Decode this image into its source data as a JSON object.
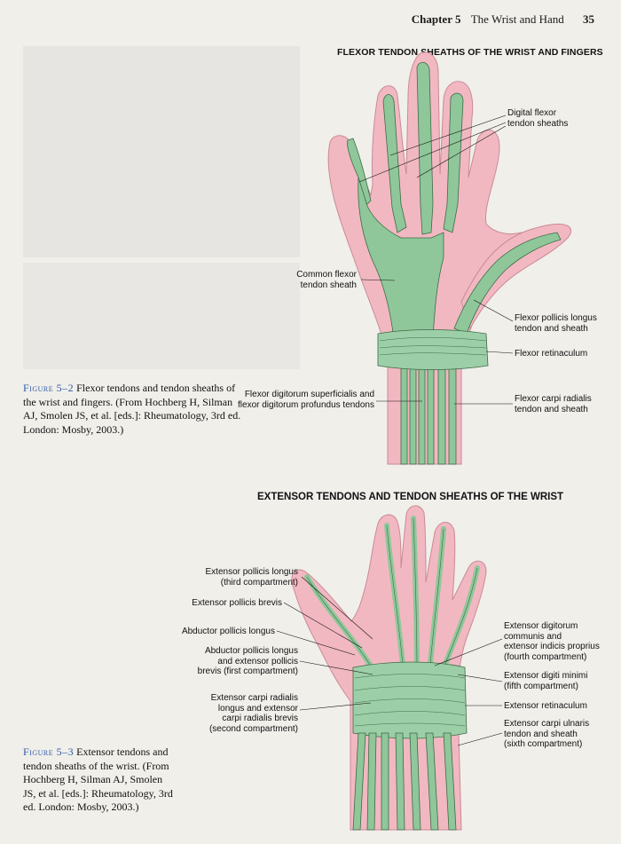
{
  "header": {
    "chapter": "Chapter 5",
    "chapter_title": "The Wrist and Hand",
    "page_number": "35"
  },
  "figure_top": {
    "title": "FLEXOR TENDON SHEATHS OF THE WRIST AND FINGERS",
    "labels": {
      "digital_flexor": "Digital flexor\ntendon sheaths",
      "common_flexor": "Common flexor\ntendon sheath",
      "fpl": "Flexor pollicis longus\ntendon and sheath",
      "retinaculum": "Flexor retinaculum",
      "fds_fdp": "Flexor digitorum superficialis and\nflexor digitorum profundus tendons",
      "fcr": "Flexor carpi radialis\ntendon and sheath"
    },
    "caption_number": "Figure 5–2",
    "caption_text": "Flexor tendons and tendon sheaths of the wrist and fingers. (From Hochberg H, Silman AJ, Smolen JS, et al. [eds.]: Rheumatology, 3rd ed. London: Mosby, 2003.)"
  },
  "figure_bottom": {
    "title": "EXTENSOR TENDONS AND TENDON SHEATHS OF THE WRIST",
    "labels": {
      "epl": "Extensor pollicis longus\n(third compartment)",
      "epb": "Extensor pollicis brevis",
      "apl": "Abductor pollicis longus",
      "apl_epb": "Abductor pollicis longus\nand extensor pollicis\nbrevis (first compartment)",
      "ecr": "Extensor carpi radialis\nlongus and extensor\ncarpi radialis brevis\n(second compartment)",
      "edc": "Extensor digitorum\ncommunis and\nextensor indicis proprius\n(fourth compartment)",
      "edm": "Extensor digiti minimi\n(fifth compartment)",
      "retinaculum": "Extensor retinaculum",
      "ecu": "Extensor carpi ulnaris\ntendon and sheath\n(sixth compartment)"
    },
    "caption_number": "Figure 5–3",
    "caption_text": "Extensor tendons and tendon sheaths of the wrist. (From Hochberg H, Silman AJ, Smolen JS, et al. [eds.]: Rheumatology, 3rd ed. London: Mosby, 2003.)"
  },
  "colors": {
    "skin": "#f2b8c2",
    "skin_stroke": "#c98a96",
    "sheath": "#8fc79a",
    "sheath_stroke": "#3e6b45",
    "caption_accent": "#2f5aa8"
  }
}
